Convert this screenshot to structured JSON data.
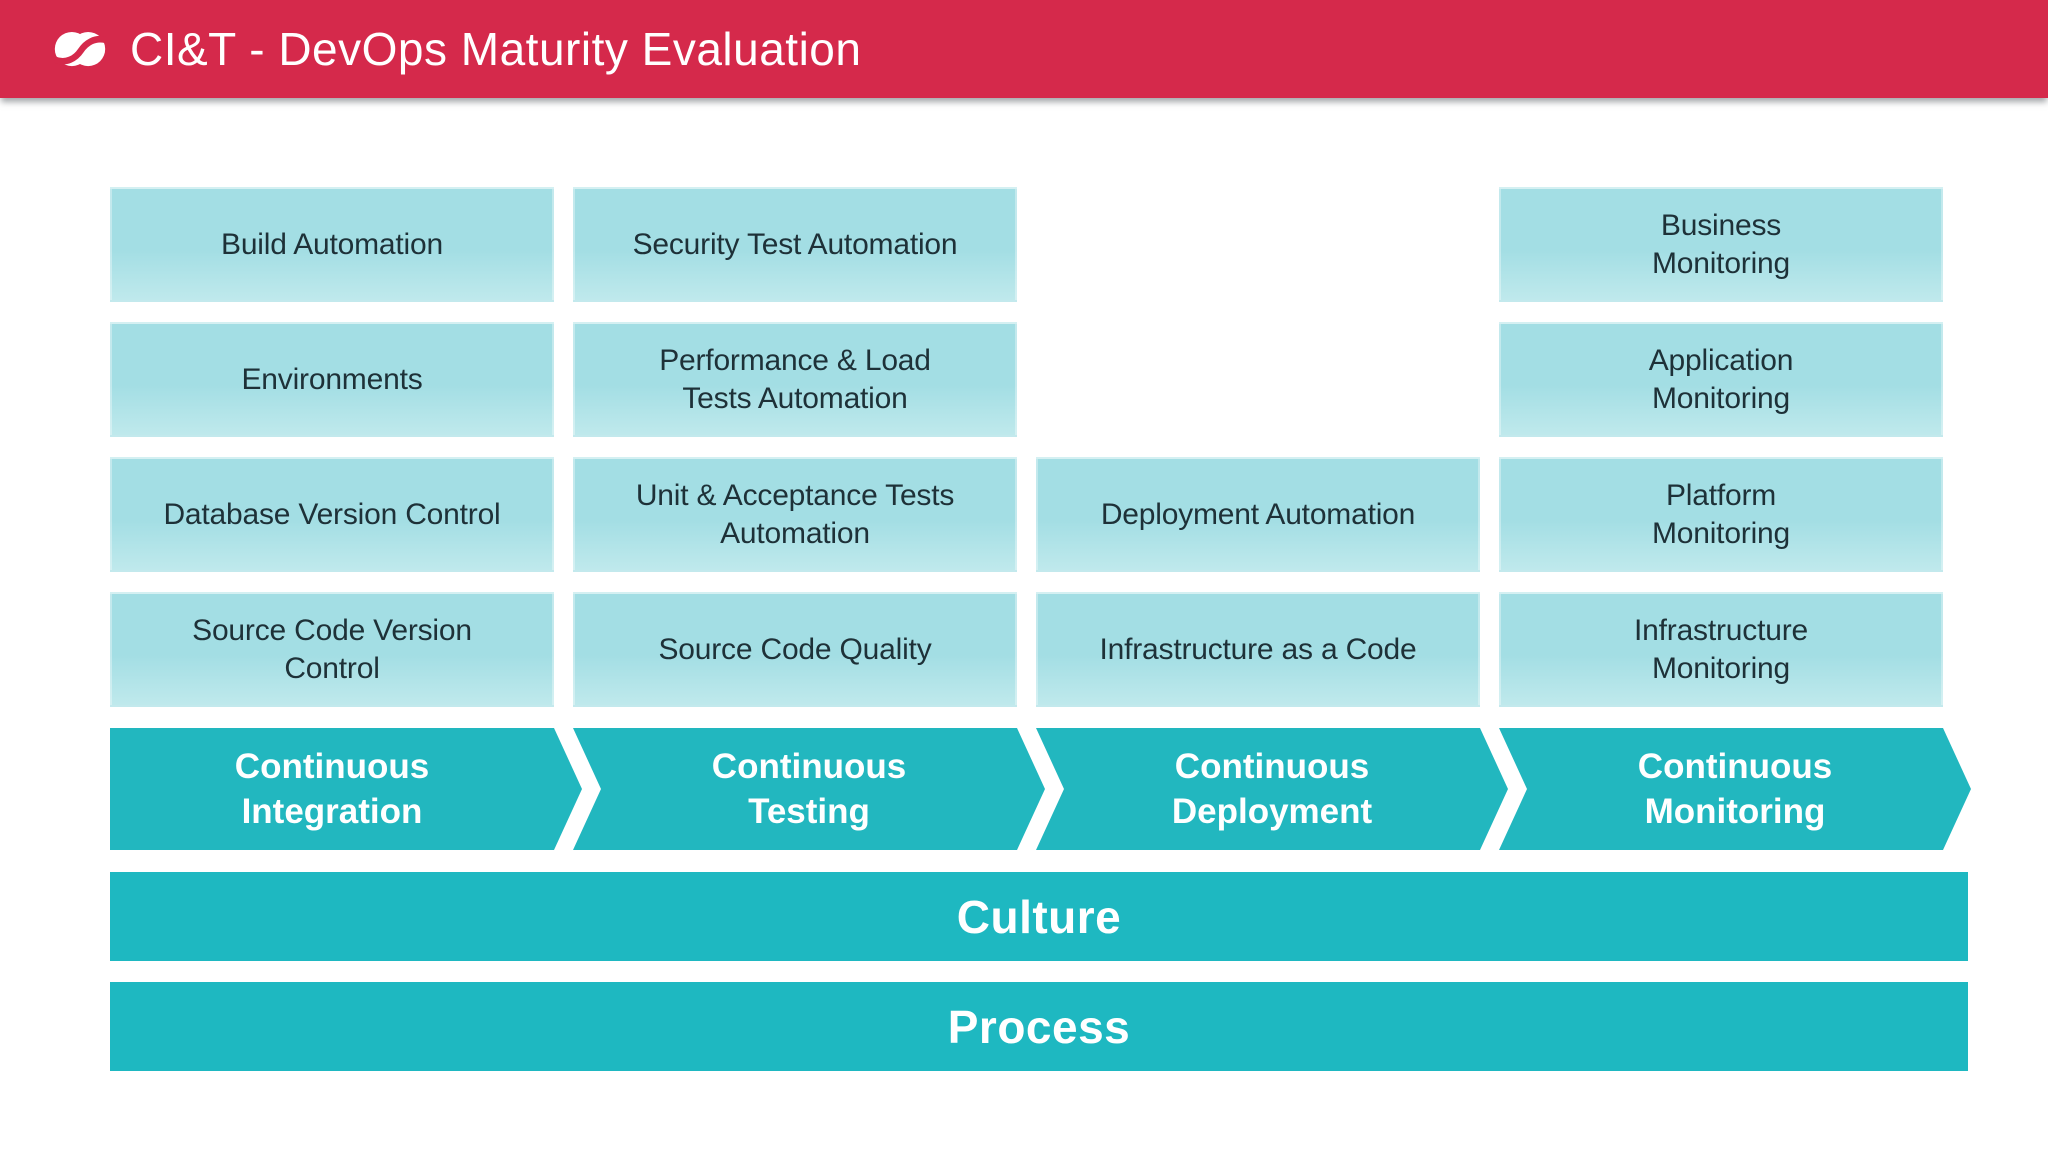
{
  "colors": {
    "header-bg": "#D5294B",
    "stage-teal": "#22B7BF",
    "bar-teal": "#1EB8C1",
    "box-top": "#A3DEE4",
    "box-bottom": "#BFE9EC",
    "box-text": "#1E3138"
  },
  "header": {
    "title": "CI&T - DevOps Maturity Evaluation",
    "logo_icon": "cit-logo"
  },
  "grid": {
    "cells": [
      "Build Automation",
      "Security Test Automation",
      "",
      "Business\nMonitoring",
      "Environments",
      "Performance & Load\nTests Automation",
      "",
      "Application\nMonitoring",
      "Database Version Control",
      "Unit & Acceptance Tests\nAutomation",
      "Deployment Automation",
      "Platform\nMonitoring",
      "Source Code Version\nControl",
      "Source Code Quality",
      "Infrastructure as a Code",
      "Infrastructure\nMonitoring"
    ]
  },
  "pipeline": {
    "stages": [
      "Continuous\nIntegration",
      "Continuous\nTesting",
      "Continuous\nDeployment",
      "Continuous\nMonitoring"
    ]
  },
  "bars": {
    "culture": "Culture",
    "process": "Process"
  }
}
